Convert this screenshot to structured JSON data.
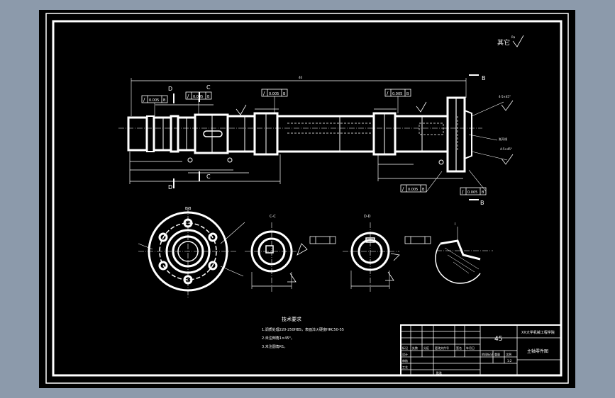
{
  "roughness_note": {
    "label": "其它",
    "symbol": "Ra"
  },
  "main_view": {
    "section_marks": [
      "B",
      "B",
      "C",
      "C",
      "D",
      "D"
    ],
    "dim_overall": "40",
    "chamfer_top": "4-5×45°",
    "chamfer_bottom": "4-5×45°",
    "thread_label": "渐开线",
    "tol_frames": [
      {
        "sym": "/",
        "val": "0.005",
        "ref": "B"
      },
      {
        "sym": "/",
        "val": "0.005",
        "ref": "B"
      },
      {
        "sym": "/",
        "val": "0.005",
        "ref": "B"
      },
      {
        "sym": "/",
        "val": "0.005",
        "ref": "B"
      },
      {
        "sym": "/",
        "val": "0.005",
        "ref": "B"
      },
      {
        "sym": "/",
        "val": "0.005",
        "ref": "B"
      }
    ]
  },
  "section_views": {
    "flange_label": "B-B",
    "section_c_label": "C-C",
    "section_d_label": "D-D",
    "detail_label": "I"
  },
  "tech_requirements": {
    "heading": "技术要求",
    "lines": [
      "1.调质处理220-250HBS，表面淬火硬度HRC50-55",
      "2.未注倒角1×45°。",
      "3.未注圆角R1。"
    ]
  },
  "title_block": {
    "material": "45",
    "school": "XX大学机械工程学院",
    "drawing_name": "主轴零件图",
    "scale": "1:2",
    "header_cells": [
      "标记",
      "处数",
      "分区",
      "更改文件号",
      "签名",
      "年月日"
    ],
    "role_cells": [
      "设计",
      "审核",
      "工艺",
      "批准"
    ],
    "stage_cells": [
      "阶段标记",
      "重量",
      "比例"
    ]
  }
}
